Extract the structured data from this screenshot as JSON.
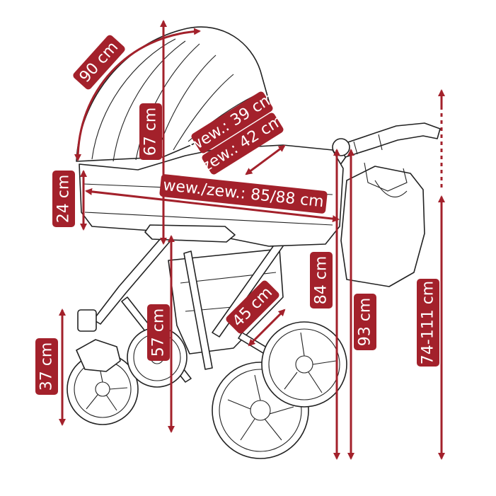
{
  "colors": {
    "accent": "#a3212b",
    "outline": "#222222",
    "background": "#ffffff"
  },
  "dimensions": {
    "hood_arc": "90 cm",
    "carrycot_height": "67 cm",
    "inner_width": "wew.: 39 cm",
    "outer_width": "zew.: 42 cm",
    "carrycot_depth": "24 cm",
    "carrycot_length": "wew./zew.: 85/88 cm",
    "handle_height_low": "84 cm",
    "handle_height_high": "93 cm",
    "handle_adjust": "74-111 cm",
    "seat_frame_height": "57 cm",
    "basket_depth": "45 cm",
    "front_wheel_height": "37 cm"
  }
}
